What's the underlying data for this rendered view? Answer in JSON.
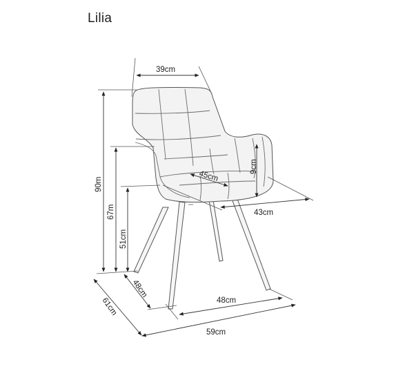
{
  "title": "Lilia",
  "dimensions": {
    "backrest_width": "39cm",
    "total_height": "90m",
    "armrest_height": "67m",
    "seat_height": "51cm",
    "seat_depth": "45cm",
    "armrest_thickness": "9cm",
    "seat_width": "43cm",
    "leg_depth": "48cm",
    "leg_width": "48cm",
    "total_depth": "61cm",
    "total_width": "59cm"
  },
  "colors": {
    "line": "#333333",
    "text": "#222222",
    "fabric": "#f3f3f3"
  }
}
